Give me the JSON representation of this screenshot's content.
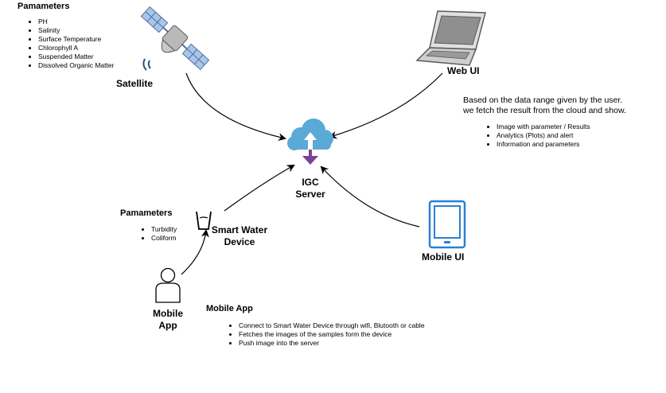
{
  "satellite_section": {
    "title": "Pamameters",
    "items": [
      "PH",
      "Salinity",
      "Surface Temperature",
      "Chlorophyll A",
      "Suspended Matter",
      "Dissolved Organic Matter"
    ],
    "label": "Satellite"
  },
  "web_ui": {
    "label": "Web UI",
    "description_line1": "Based on the data range given by the user.",
    "description_line2": "we fetch the result from the cloud and show.",
    "items": [
      "Image with parameter / Results",
      "Analytics (Plots) and alert",
      "Information and parameters"
    ]
  },
  "server": {
    "label_line1": "IGC",
    "label_line2": "Server"
  },
  "smart_device_section": {
    "title": "Pamameters",
    "items": [
      "Turbidity",
      "Coliform"
    ],
    "label_line1": "Smart Water",
    "label_line2": "Device"
  },
  "mobile_ui": {
    "label": "Mobile UI"
  },
  "user": {
    "label_line1": "Mobile",
    "label_line2": "App"
  },
  "mobile_app_section": {
    "title": "Mobile App",
    "items": [
      "Connect to Smart Water Device through wifi, Blutooth or cable",
      "Fetches the images of the samples form the device",
      "Push image into the server"
    ]
  },
  "colors": {
    "cloud": "#5aa9d6",
    "arrow_down": "#7b4397",
    "satellite": "#a9c6e8",
    "phone": "#2b7fd3",
    "laptop": "#6d6d6d"
  }
}
